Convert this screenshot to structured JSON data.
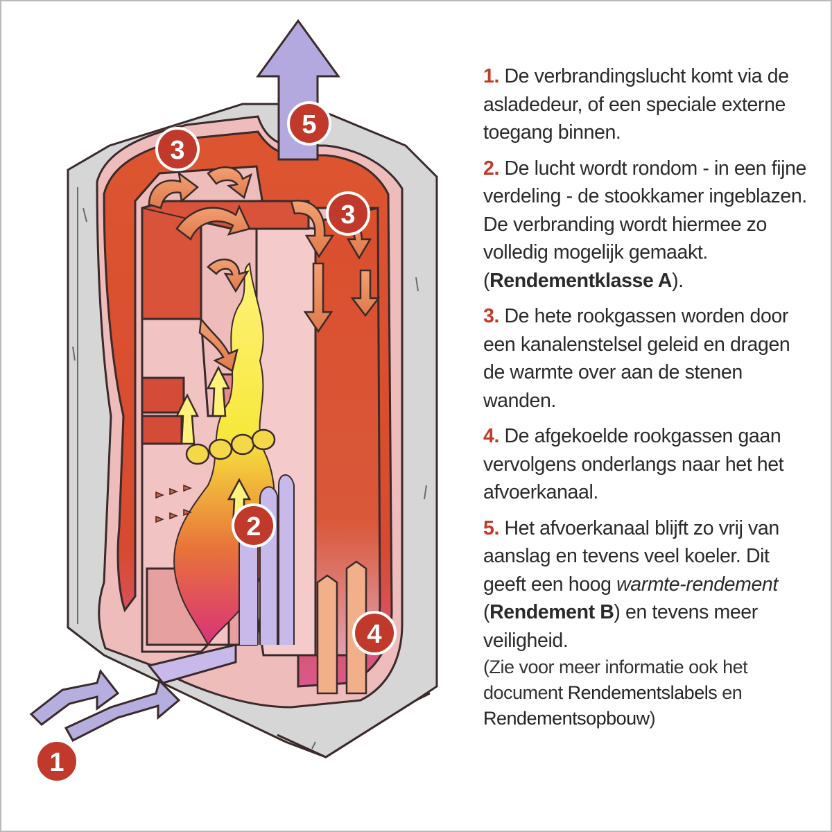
{
  "badges": {
    "one": "1",
    "two": "2",
    "three_left": "3",
    "three_right": "3",
    "four": "4",
    "five": "5"
  },
  "steps": [
    {
      "num": "1.",
      "text": "De verbrandingslucht komt via de asladedeur, of een speciale externe toegang binnen."
    },
    {
      "num": "2.",
      "text_before": "De lucht wordt rondom - in een fijne verdeling - de stookkamer ingeblazen. De verbranding wordt hiermee zo volledig mogelijk gemaakt. (",
      "bold": "Rendementklasse A",
      "text_after": ")."
    },
    {
      "num": "3.",
      "text": "De hete rookgassen worden door een kanalenstelsel geleid en dragen de warmte over aan de stenen wanden."
    },
    {
      "num": "4.",
      "text": "De afgekoelde rookgassen gaan vervolgens onderlangs naar het het afvoerkanaal."
    },
    {
      "num": "5.",
      "text_before": "Het afvoerkanaal blijft zo vrij van aanslag en tevens veel koeler. Dit geeft een hoog ",
      "italic": "warmte-rendement",
      "text_mid": " (",
      "bold": "Rendement B",
      "text_after": ") en tevens meer veiligheid."
    }
  ],
  "note": {
    "before": "(Zie voor meer informatie ook het document ",
    "link1": "Rendementslabels",
    "mid": " en ",
    "link2": "Rendementsopbouw",
    "after": ")"
  },
  "colors": {
    "badge": "#c0392b",
    "number_text": "#c23a2a",
    "stone": "#d8d8d8",
    "chamber": "#d9502e",
    "inner_pink": "#f2c6c6",
    "air_arrow": "#b7aee0",
    "flame": "#f7e83c"
  }
}
